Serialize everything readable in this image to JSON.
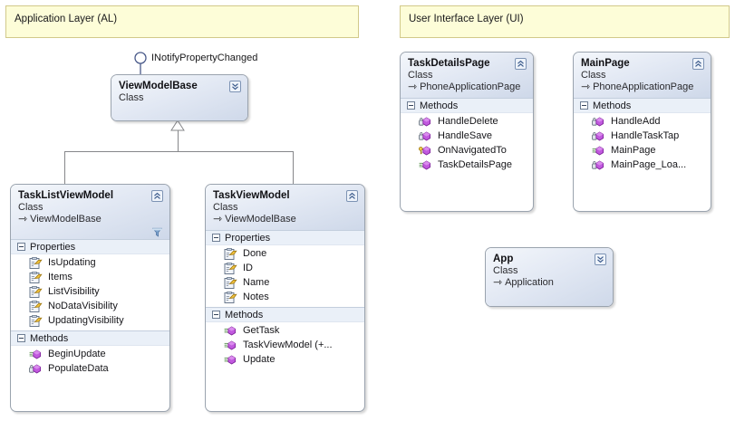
{
  "layers": [
    {
      "label": "Application Layer (AL)"
    },
    {
      "label": "User Interface Layer (UI)"
    }
  ],
  "interface_realization": {
    "name": "INotifyPropertyChanged",
    "icon": "lollipop-icon"
  },
  "classes": {
    "view_model_base": {
      "name": "ViewModelBase",
      "kind": "Class",
      "base": "",
      "toggle_icon": "chevron-double-down-icon",
      "sections": []
    },
    "task_list_view_model": {
      "name": "TaskListViewModel",
      "kind": "Class",
      "base": "ViewModelBase",
      "toggle_icon": "chevron-double-up-icon",
      "filter_icon": "funnel-icon",
      "sections": [
        {
          "title": "Properties",
          "members": [
            {
              "label": "IsUpdating",
              "icon": "property-icon",
              "access": "public"
            },
            {
              "label": "Items",
              "icon": "property-icon",
              "access": "public"
            },
            {
              "label": "ListVisibility",
              "icon": "property-icon",
              "access": "public"
            },
            {
              "label": "NoDataVisibility",
              "icon": "property-icon",
              "access": "public"
            },
            {
              "label": "UpdatingVisibility",
              "icon": "property-icon",
              "access": "public"
            }
          ]
        },
        {
          "title": "Methods",
          "members": [
            {
              "label": "BeginUpdate",
              "icon": "method-icon",
              "access": "public"
            },
            {
              "label": "PopulateData",
              "icon": "method-icon",
              "access": "private"
            }
          ]
        }
      ]
    },
    "task_view_model": {
      "name": "TaskViewModel",
      "kind": "Class",
      "base": "ViewModelBase",
      "toggle_icon": "chevron-double-up-icon",
      "sections": [
        {
          "title": "Properties",
          "members": [
            {
              "label": "Done",
              "icon": "property-icon",
              "access": "public"
            },
            {
              "label": "ID",
              "icon": "property-icon",
              "access": "public"
            },
            {
              "label": "Name",
              "icon": "property-icon",
              "access": "public"
            },
            {
              "label": "Notes",
              "icon": "property-icon",
              "access": "public"
            }
          ]
        },
        {
          "title": "Methods",
          "members": [
            {
              "label": "GetTask",
              "icon": "method-icon",
              "access": "public"
            },
            {
              "label": "TaskViewModel  (+...",
              "icon": "method-icon",
              "access": "public"
            },
            {
              "label": "Update",
              "icon": "method-icon",
              "access": "public"
            }
          ]
        }
      ]
    },
    "task_details_page": {
      "name": "TaskDetailsPage",
      "kind": "Class",
      "base": "PhoneApplicationPage",
      "toggle_icon": "chevron-double-up-icon",
      "sections": [
        {
          "title": "Methods",
          "members": [
            {
              "label": "HandleDelete",
              "icon": "method-icon",
              "access": "private"
            },
            {
              "label": "HandleSave",
              "icon": "method-icon",
              "access": "private"
            },
            {
              "label": "OnNavigatedTo",
              "icon": "method-icon",
              "access": "protected"
            },
            {
              "label": "TaskDetailsPage",
              "icon": "method-icon",
              "access": "public"
            }
          ]
        }
      ]
    },
    "main_page": {
      "name": "MainPage",
      "kind": "Class",
      "base": "PhoneApplicationPage",
      "toggle_icon": "chevron-double-up-icon",
      "sections": [
        {
          "title": "Methods",
          "members": [
            {
              "label": "HandleAdd",
              "icon": "method-icon",
              "access": "private"
            },
            {
              "label": "HandleTaskTap",
              "icon": "method-icon",
              "access": "private"
            },
            {
              "label": "MainPage",
              "icon": "method-icon",
              "access": "public"
            },
            {
              "label": "MainPage_Loa...",
              "icon": "method-icon",
              "access": "private"
            }
          ]
        }
      ]
    },
    "app": {
      "name": "App",
      "kind": "Class",
      "base": "Application",
      "toggle_icon": "chevron-double-down-icon",
      "sections": []
    }
  },
  "colors": {
    "layer_fill": "#fdfdd8",
    "layer_border": "#d2c98a",
    "class_border": "#9aa3ae",
    "header_gradient_start": "#f4f7fb",
    "header_gradient_end": "#ced8e9",
    "section_header_fill": "#eaf0f8",
    "connector": "#86878a",
    "property_icon": "#e8b730",
    "method_icon": "#b64fd0"
  }
}
